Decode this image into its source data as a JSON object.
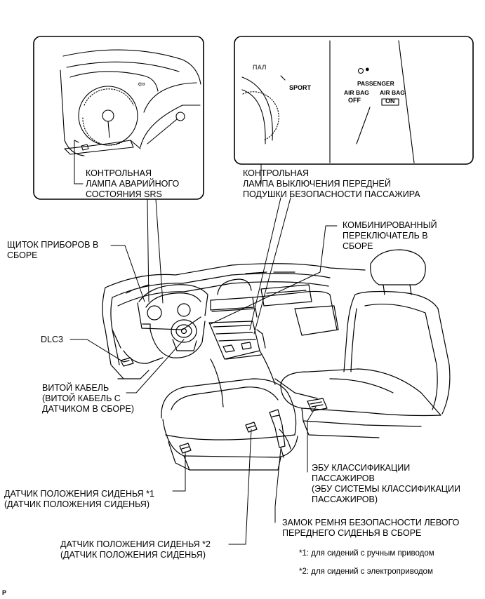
{
  "labels": {
    "srs_lamp": "КОНТРОЛЬНАЯ\nЛАМПА АВАРИЙНОГО\nСОСТОЯНИЯ SRS",
    "pass_lamp": "КОНТРОЛЬНАЯ\nЛАМПА ВЫКЛЮЧЕНИЯ ПЕРЕДНЕЙ\nПОДУШКИ БЕЗОПАСНОСТИ ПАССАЖИРА",
    "combo_switch": "КОМБИНИРОВАННЫЙ\nПЕРЕКЛЮЧАТЕЛЬ В\nСБОРЕ",
    "meter": "ЩИТОК ПРИБОРОВ В\nСБОРЕ",
    "dlc3": "DLC3",
    "spiral": "ВИТОЙ КАБЕЛЬ\n(ВИТОЙ КАБЕЛЬ С\nДАТЧИКОМ В СБОРЕ)",
    "occupant_ecu": "ЭБУ КЛАССИФИКАЦИИ\nПАССАЖИРОВ\n(ЭБУ СИСТЕМЫ КЛАССИФИКАЦИИ\nПАССАЖИРОВ)",
    "seat_sensor_1": "ДАТЧИК ПОЛОЖЕНИЯ СИДЕНЬЯ *1\n(ДАТЧИК ПОЛОЖЕНИЯ СИДЕНЬЯ)",
    "buckle": "ЗАМОК РЕМНЯ БЕЗОПАСНОСТИ ЛЕВОГО\nПЕРЕДНЕГО СИДЕНЬЯ В СБОРЕ",
    "seat_sensor_2": "ДАТЧИК ПОЛОЖЕНИЯ СИДЕНЬЯ *2\n(ДАТЧИК ПОЛОЖЕНИЯ СИДЕНЬЯ)"
  },
  "footnotes": {
    "note_1": "*1: для сидений с ручным приводом",
    "note_2": "*2: для сидений с электроприводом"
  },
  "corner_mark": "P",
  "inset_left": {
    "pointer_mark": "⇦"
  },
  "inset_right": {
    "gauge_text_1": "ПАЛ",
    "gauge_text_2": "SPORT",
    "passenger": "PASSENGER",
    "airbag_off_1": "AIR BAG",
    "airbag_off_2": "OFF",
    "airbag_on_1": "AIR BAG",
    "airbag_on_2": "ON"
  }
}
